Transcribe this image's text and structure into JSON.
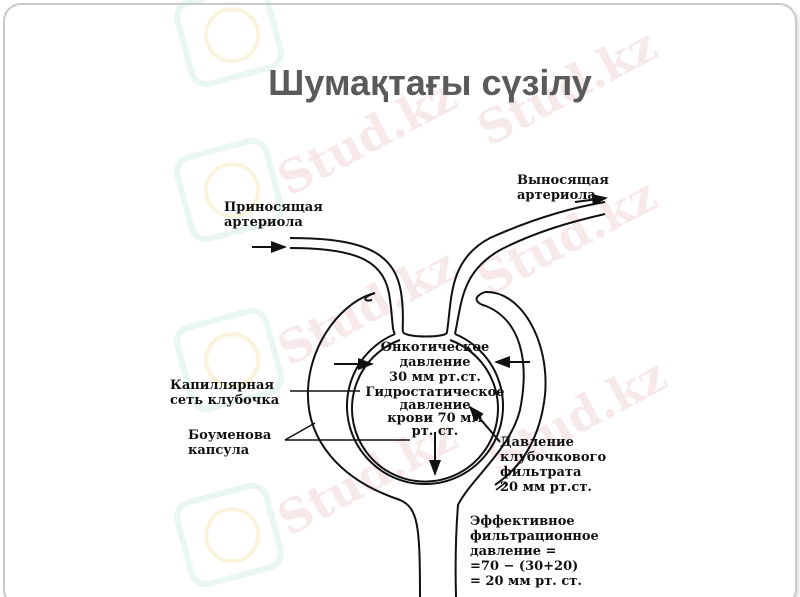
{
  "slide": {
    "title": "Шумақтағы сүзілу",
    "watermark": "Stud.kz"
  },
  "diagram": {
    "afferent": "Приносящая\nартериола",
    "efferent": "Выносящая\nартериола",
    "oncotic": "Онкотическое\nдавление\n30 мм рт.ст.",
    "hydrostatic": "Гидростатическое\nдавление\nкрови 70 мм\nрт. ст.",
    "capillary": "Капиллярная\nсеть клубочка",
    "bowman": "Боуменова\nкапсула",
    "filtrate": "Давление\nклубочкового\nфильтрата\n20 мм рт.ст.",
    "effective": "Эффективное\nфильтрационное\nдавление =\n=70 − (30+20)\n= 20 мм рт. ст."
  }
}
